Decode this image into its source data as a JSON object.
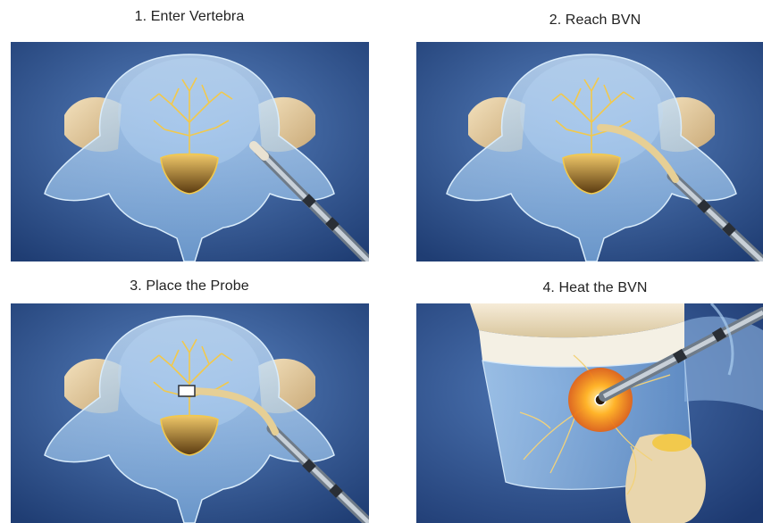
{
  "steps": [
    {
      "label": "1. Enter Vertebra"
    },
    {
      "label": "2. Reach BVN"
    },
    {
      "label": "3. Place the Probe"
    },
    {
      "label": "4. Heat the BVN"
    }
  ],
  "colors": {
    "background_dark": "#1f3d73",
    "background_light": "#4d78b8",
    "bone": "#e8d2a8",
    "vertebra_glass": "#9fc8ec",
    "nerve": "#f2c94c",
    "probe": "#e6cf95",
    "heat": "#ff9a1f"
  }
}
